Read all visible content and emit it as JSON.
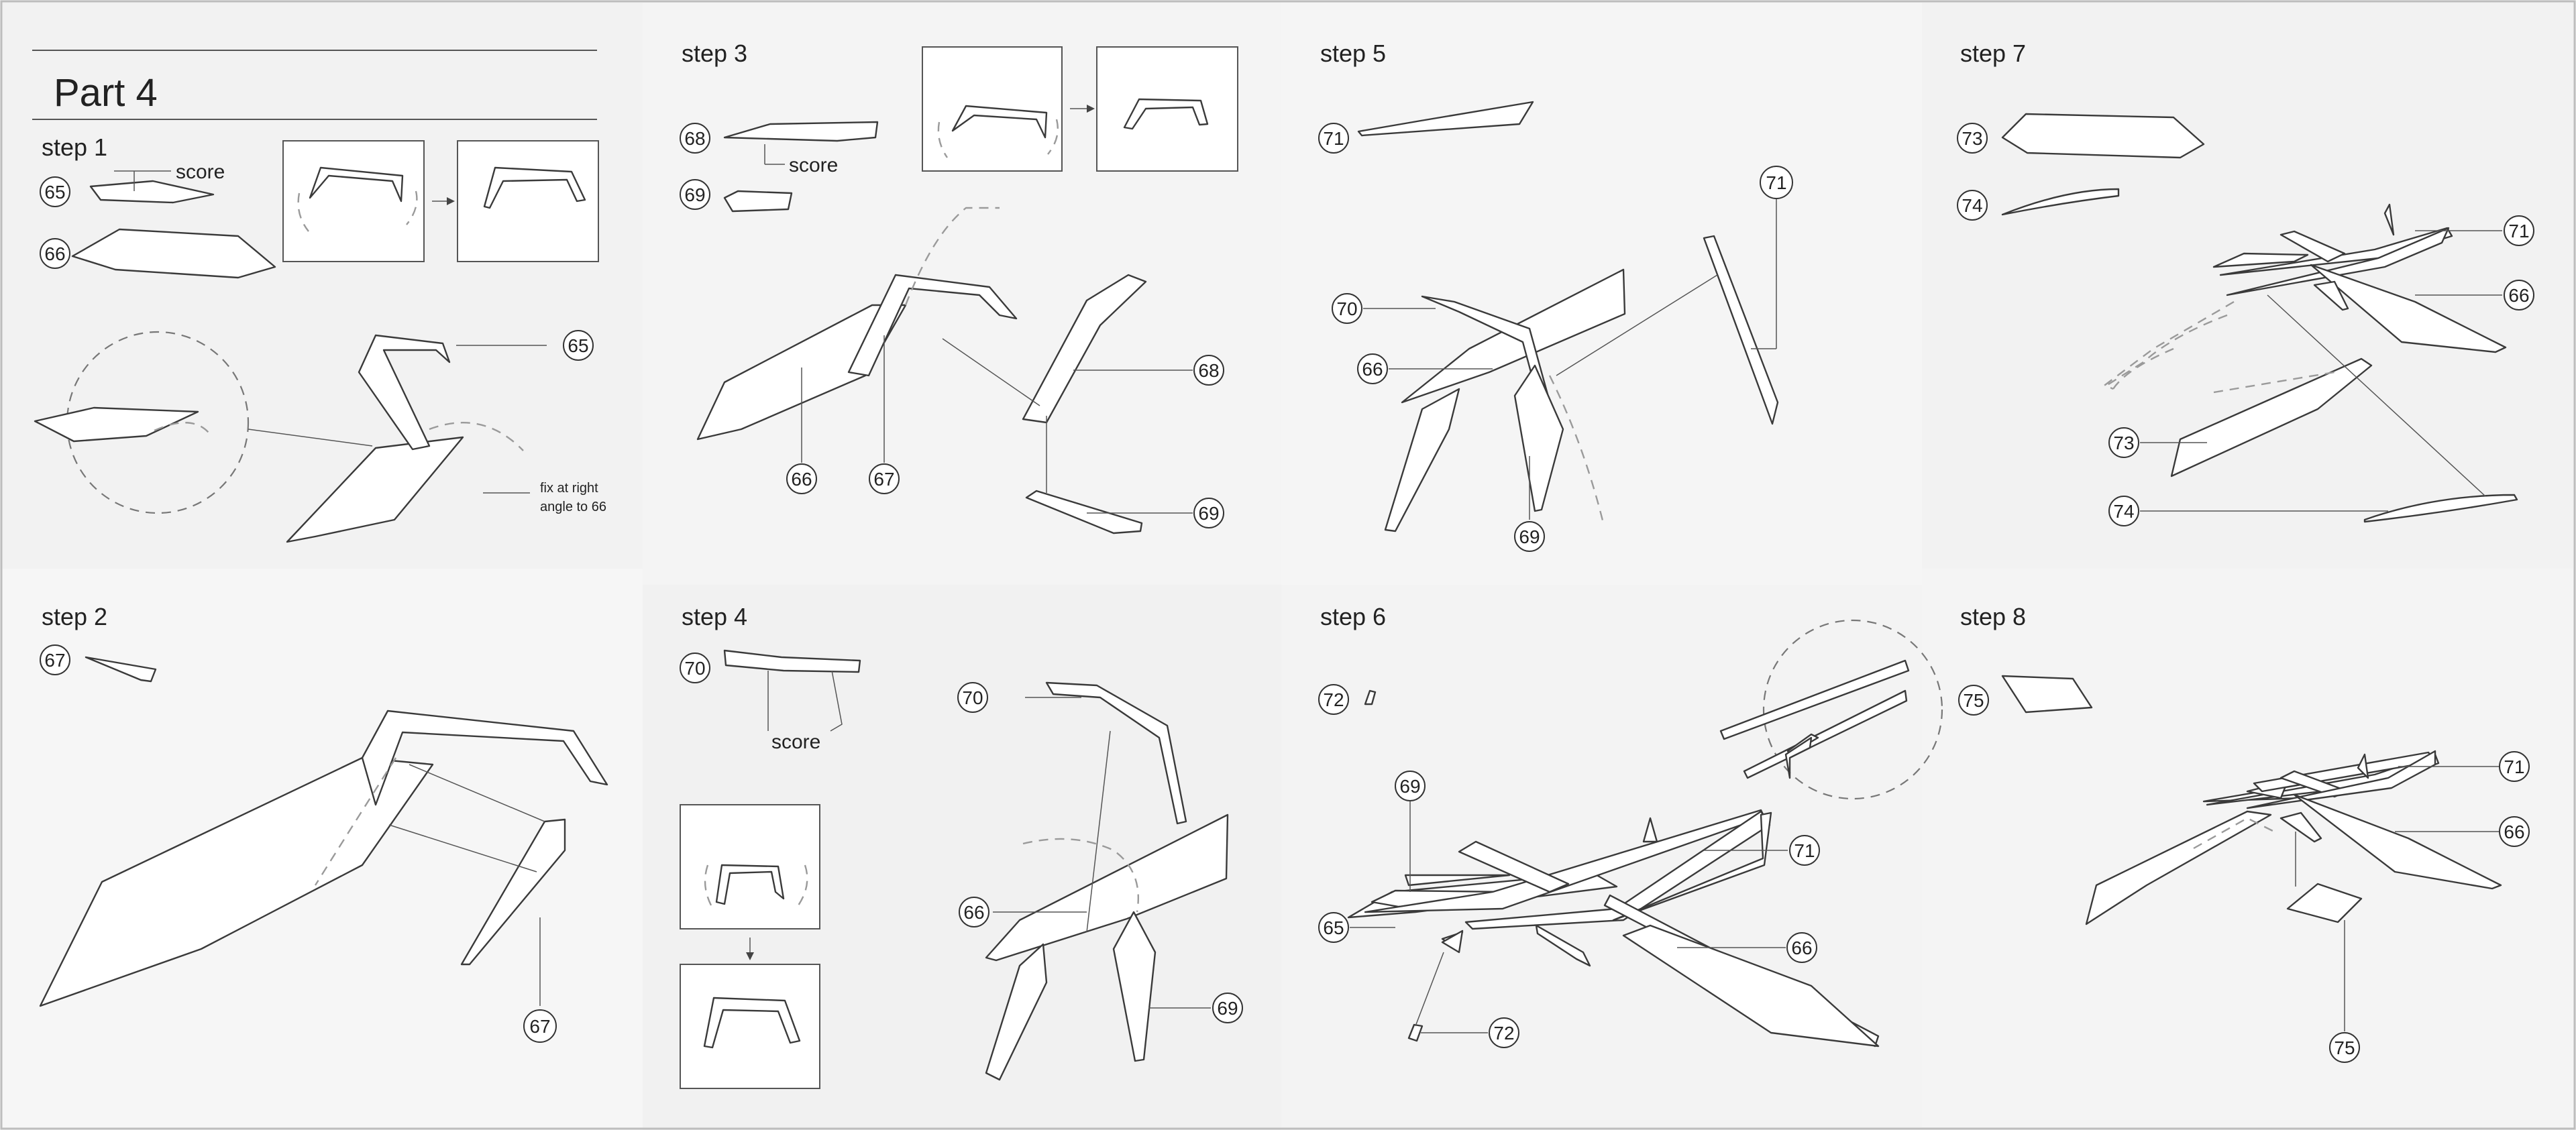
{
  "title": "Part 4",
  "score_label": "score",
  "fix_note": [
    "fix at right",
    "angle to 66"
  ],
  "steps": [
    "step 1",
    "step 2",
    "step 3",
    "step 4",
    "step 5",
    "step 6",
    "step 7",
    "step 8"
  ],
  "parts": {
    "p65": "65",
    "p66": "66",
    "p67": "67",
    "p68": "68",
    "p69": "69",
    "p70": "70",
    "p71": "71",
    "p72": "72",
    "p73": "73",
    "p74": "74",
    "p75": "75"
  },
  "colors": {
    "panel": "#f3f3f3",
    "line": "#3a3a3a",
    "ghost": "#9a9a9a",
    "paper": "#ffffff"
  }
}
